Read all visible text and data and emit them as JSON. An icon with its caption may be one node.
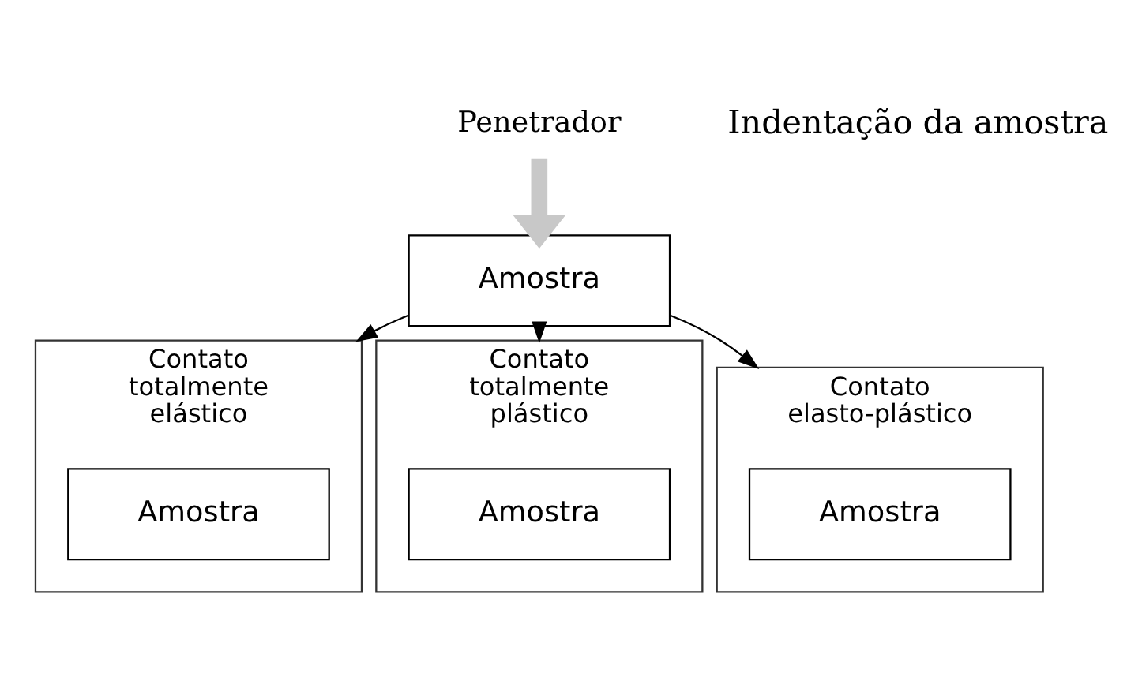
{
  "diagram": {
    "nodes": [
      {
        "text": [
          "Penetrador"
        ]
      },
      {
        "text": [
          "Amostra"
        ]
      },
      {
        "text": [
          "Contato totalmente elástico"
        ]
      },
      {
        "text": [
          "Amostra"
        ],
        "in": 2
      },
      {
        "text": [
          "Contato totalmente plástico"
        ]
      },
      {
        "text": [
          "Amostra"
        ],
        "in": 4
      },
      {
        "text": [
          "Contato elasto-plástico"
        ]
      },
      {
        "text": [
          "Amostra"
        ],
        "in": 6
      }
    ],
    "edges": [
      {
        "from": 0,
        "to": 1,
        "arrow": "to",
        "style": "thick",
        "color": "#c8c8c8"
      },
      {
        "from": 1,
        "to": 2,
        "arrow": "to"
      },
      {
        "from": 1,
        "to": 4,
        "arrow": "to"
      },
      {
        "from": 1,
        "to": 6,
        "arrow": "to"
      }
    ],
    "labels": [
      "Indentação da amostra"
    ]
  }
}
